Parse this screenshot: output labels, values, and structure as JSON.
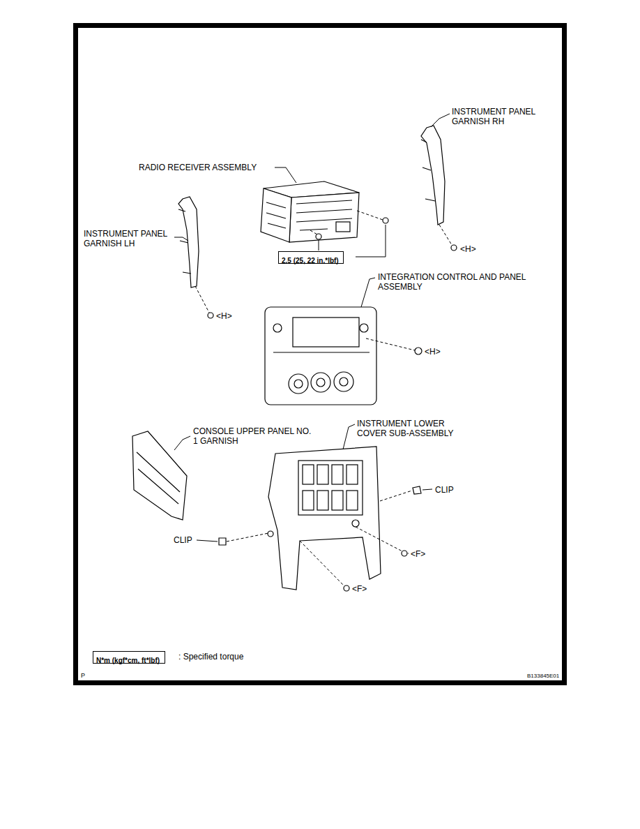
{
  "diagram": {
    "nodes": [
      {
        "text": [
          "2.5 (25, 22 in.*lbf)"
        ]
      },
      {
        "text": [
          "N*m (kgf*cm, ft*lbf)"
        ]
      }
    ],
    "labels": [
      "INSTRUMENT PANEL GARNISH RH",
      "RADIO RECEIVER ASSEMBLY",
      "INSTRUMENT PANEL GARNISH LH",
      "<H>",
      "<H>",
      "INTEGRATION CONTROL AND PANEL ASSEMBLY",
      "<H>",
      "CONSOLE UPPER PANEL NO. 1 GARNISH",
      "INSTRUMENT LOWER COVER SUB-ASSEMBLY",
      "CLIP",
      "CLIP",
      "<F>",
      "<F>",
      ": Specified torque",
      "P",
      "B133845E01"
    ]
  }
}
